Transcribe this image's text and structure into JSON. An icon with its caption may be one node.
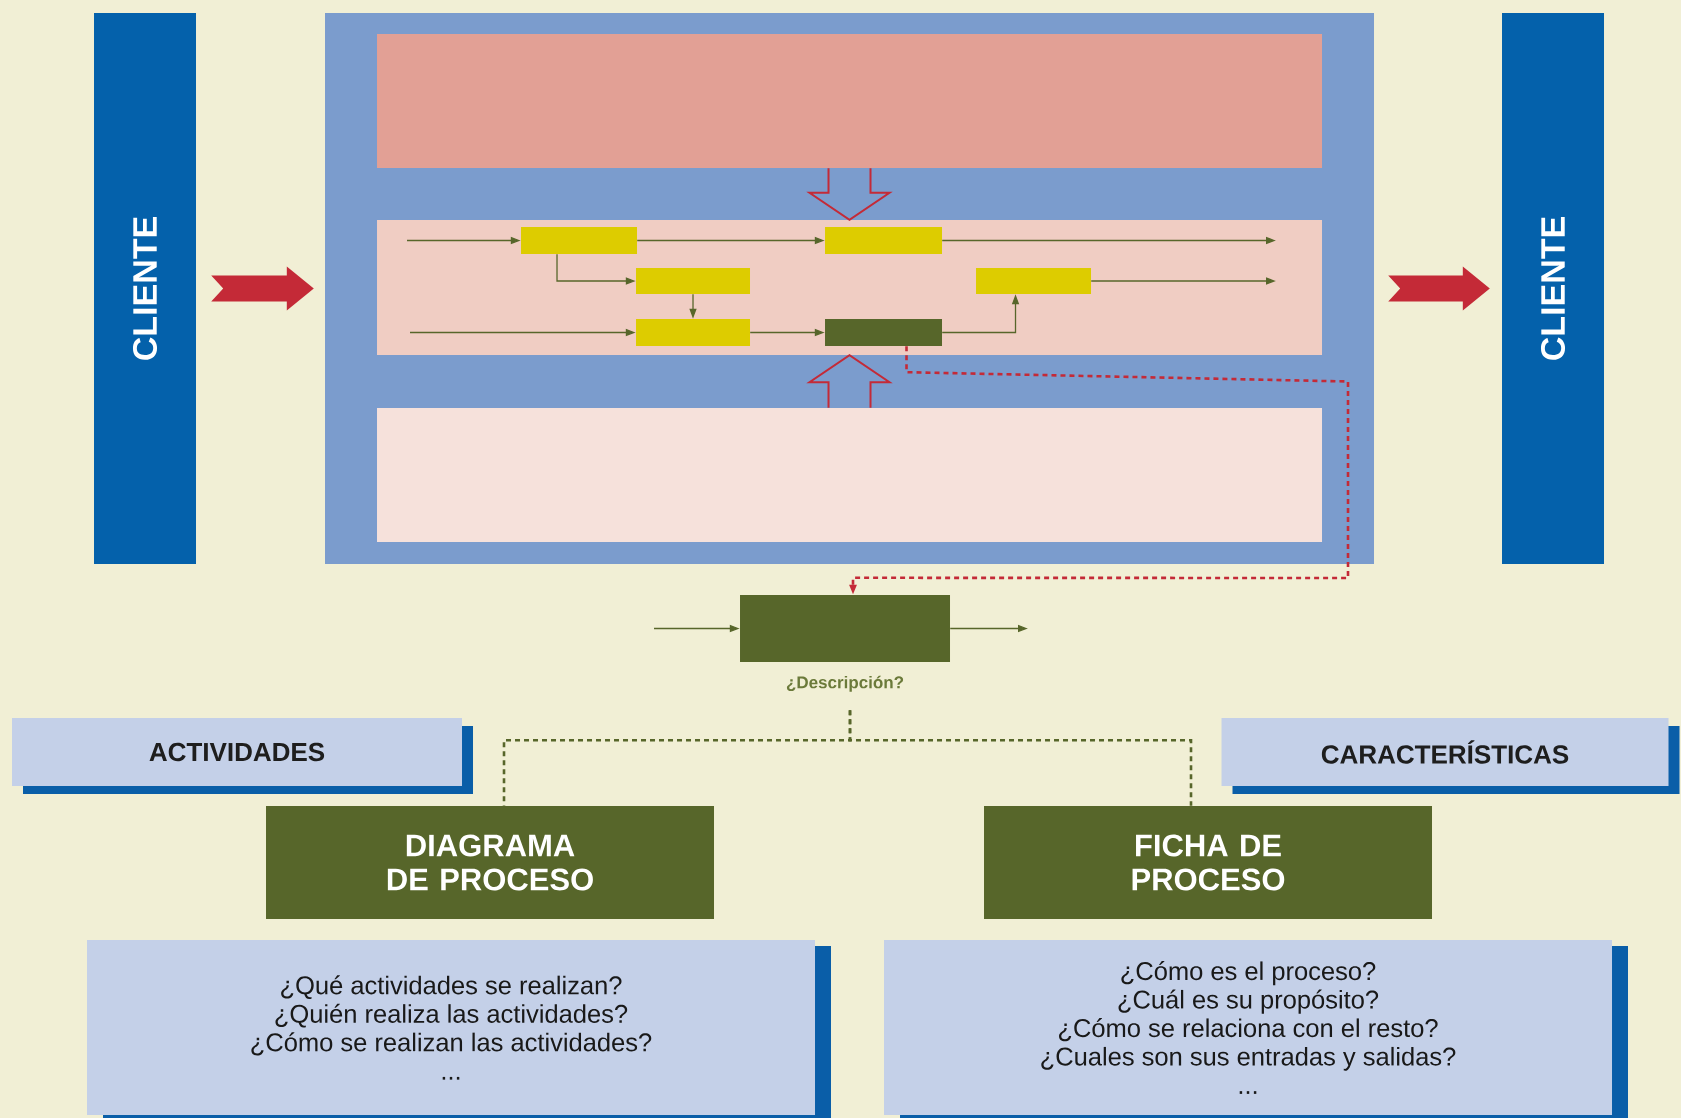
{
  "diagram": {
    "nodes": [
      {
        "text": [
          "CLIENTE"
        ]
      },
      {
        "text": [],
        "shape": "box"
      },
      {
        "text": [],
        "shape": "box",
        "in": 1
      },
      {
        "text": [],
        "shape": "box",
        "in": 1
      },
      {
        "text": [],
        "shape": "box",
        "in": 1
      },
      {
        "text": [],
        "shape": "box",
        "in": 3
      },
      {
        "text": [],
        "shape": "box",
        "in": 3
      },
      {
        "text": [],
        "shape": "box",
        "in": 3
      },
      {
        "text": [],
        "shape": "box",
        "in": 3
      },
      {
        "text": [],
        "shape": "box",
        "in": 3
      },
      {
        "text": [],
        "shape": "box",
        "in": 3
      },
      {
        "text": [
          "CLIENTE"
        ]
      },
      {
        "text": [],
        "shape": "box",
        "beside": [
          "¿Descripción?"
        ]
      },
      {
        "text": [
          "ACTIVIDADES"
        ]
      },
      {
        "text": [
          "CARACTERÍSTICAS"
        ]
      },
      {
        "text": [
          "DIAGRAMA DE PROCESO"
        ]
      },
      {
        "text": [
          "FICHA DE PROCESO"
        ]
      },
      {
        "text": [
          "¿Qué actividades se realizan?",
          "¿Quién realiza las actividades?",
          "¿Cómo se realizan las actividades?",
          "..."
        ]
      },
      {
        "text": [
          "¿Cómo es el proceso?",
          "¿Cuál es su propósito?",
          "¿Cómo se relaciona con el resto?",
          "¿Cuales son sus entradas y salidas?",
          "..."
        ]
      }
    ],
    "edges": [
      {
        "from": 0,
        "to": 1,
        "arrow": "to",
        "style": "thick",
        "color": "#c42a37"
      },
      {
        "from": 1,
        "to": 11,
        "arrow": "to",
        "style": "thick",
        "color": "#c42a37"
      },
      {
        "from": 2,
        "to": 3,
        "arrow": "to",
        "color": "#c42a37"
      },
      {
        "from": 4,
        "to": 3,
        "arrow": "to",
        "color": "#c42a37"
      },
      {
        "from": null,
        "to": 5,
        "arrow": "to"
      },
      {
        "from": 5,
        "to": 6,
        "arrow": "to"
      },
      {
        "from": 6,
        "to": null,
        "arrow": "to"
      },
      {
        "from": 5,
        "to": 7,
        "arrow": "to"
      },
      {
        "from": 7,
        "to": 9,
        "arrow": "to"
      },
      {
        "from": null,
        "to": 9,
        "arrow": "to"
      },
      {
        "from": 9,
        "to": 10,
        "arrow": "to"
      },
      {
        "from": 10,
        "to": 8,
        "arrow": "to"
      },
      {
        "from": 8,
        "to": null,
        "arrow": "to"
      },
      {
        "from": 10,
        "to": 12,
        "arrow": "to",
        "style": "dashed",
        "color": "#c42a37"
      },
      {
        "from": null,
        "to": 12,
        "arrow": "to"
      },
      {
        "from": 12,
        "to": null,
        "arrow": "to"
      },
      {
        "from": 12,
        "to": 15,
        "arrow": "none",
        "style": "dashed"
      },
      {
        "from": 12,
        "to": 16,
        "arrow": "none",
        "style": "dashed"
      }
    ]
  }
}
